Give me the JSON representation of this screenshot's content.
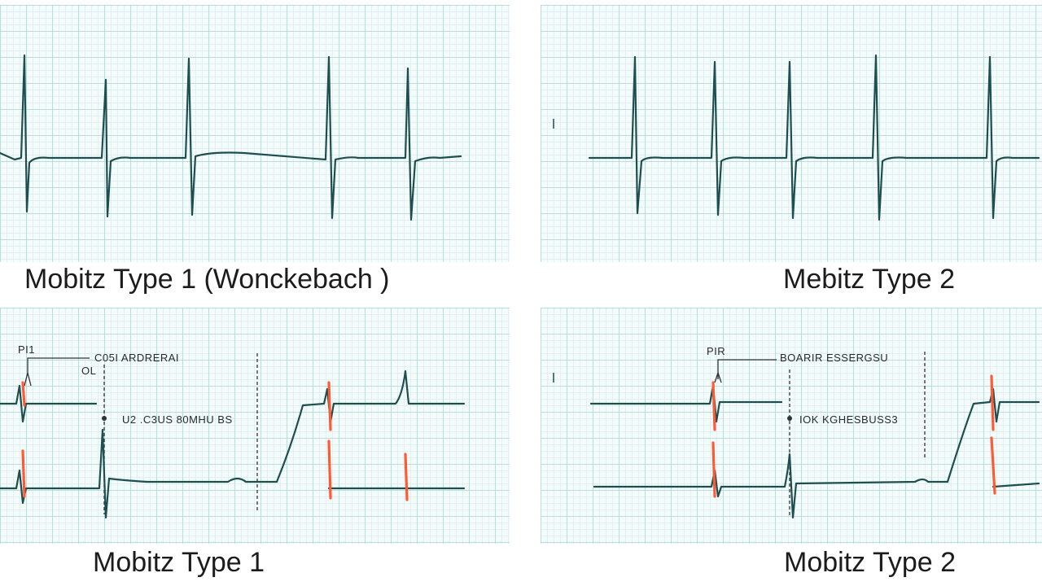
{
  "panels": [
    {
      "caption": "Mobitz Type 1 (Wonckebach )"
    },
    {
      "caption": "Mebitz Type 2"
    },
    {
      "caption": "Mobitz Type 1",
      "labels": [
        "PI1",
        "C05I ARDRERAI",
        "OL",
        "U2 .C3US 80MHU BS"
      ]
    },
    {
      "caption": "Mobitz Type 2",
      "labels": [
        "PIR",
        "BOARIR ESSERGSU",
        "IOK KGHESBUSS3"
      ]
    }
  ],
  "colors": {
    "trace": "#1d4f4f",
    "highlight": "#ff5a36",
    "grid_major": "#b9dcdc",
    "grid_minor": "#e0f0f0"
  }
}
